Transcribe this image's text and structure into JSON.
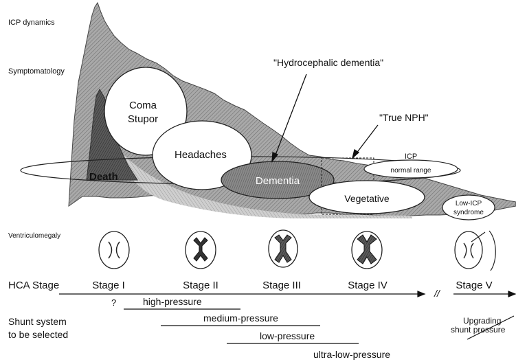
{
  "rows": {
    "icp_dynamics": "ICP dynamics",
    "symptomatology": "Symptomatology",
    "ventriculomegaly": "Ventriculomegaly",
    "hca_stage": "HCA Stage",
    "shunt_line1": "Shunt system",
    "shunt_line2": "to be selected"
  },
  "callouts": {
    "hydrocephalic_dementia": "\"Hydrocephalic dementia\"",
    "true_nph": "\"True NPH\""
  },
  "symptoms": {
    "coma_line1": "Coma",
    "coma_line2": "Stupor",
    "headaches": "Headaches",
    "death": "Death",
    "dementia": "Dementia",
    "icp_line1": "ICP",
    "icp_line2": "normal range",
    "vegetative": "Vegetative",
    "low_icp_line1": "Low-ICP",
    "low_icp_line2": "syndrome"
  },
  "stages": [
    "Stage I",
    "Stage II",
    "Stage III",
    "Stage IV",
    "Stage V"
  ],
  "axis_break": "//",
  "question_mark": "?",
  "shunts": {
    "high": "high-pressure",
    "medium": "medium-pressure",
    "low": "low-pressure",
    "ultra_low": "ultra-low-pressure",
    "upgrading_line1": "Upgrading",
    "upgrading_line2": "shunt pressure"
  }
}
